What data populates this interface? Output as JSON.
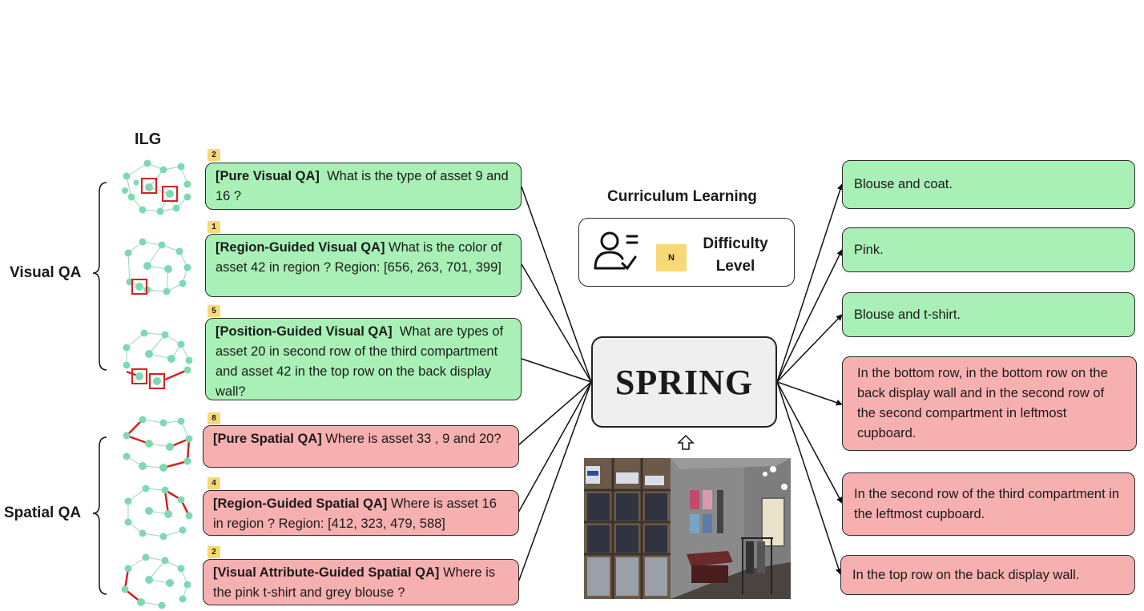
{
  "ilg_title": "ILG",
  "groups": {
    "visual": "Visual QA",
    "spatial": "Spatial QA"
  },
  "questions": [
    {
      "badge": "2",
      "tag": "[Pure Visual QA]",
      "text": "  What is the type of asset 9 and 16 ?"
    },
    {
      "badge": "1",
      "tag": "[Region-Guided Visual QA]",
      "text": " What is the color of asset 42 in region ? Region: [656, 263, 701, 399]"
    },
    {
      "badge": "5",
      "tag": "[Position-Guided Visual QA]",
      "text": "  What are types of asset 20 in second row of the third compartment and asset 42 in the top row on the back display wall?"
    },
    {
      "badge": "8",
      "tag": "[Pure Spatial QA]",
      "text": " Where is asset 33 , 9 and 20?"
    },
    {
      "badge": "4",
      "tag": "[Region-Guided Spatial QA]",
      "text": " Where is asset 16 in region ? Region: [412, 323, 479, 588]"
    },
    {
      "badge": "2",
      "tag": "[Visual Attribute-Guided Spatial QA]",
      "text": " Where is the pink t-shirt and grey blouse ?"
    }
  ],
  "curriculum": {
    "title": "Curriculum Learning",
    "badge": "N",
    "label_line1": "Difficulty",
    "label_line2": "Level"
  },
  "model": "SPRING",
  "answers": [
    "Blouse and coat.",
    "Pink.",
    "Blouse and t-shirt.",
    "In the bottom row, in the bottom row on the back display wall and in the second row of the second compartment in leftmost cupboard.",
    "In the second row of the third compartment in the leftmost cupboard.",
    "In the top row on the back display wall."
  ],
  "colors": {
    "visual_box": "#a9f0b6",
    "spatial_box": "#f7b0b0",
    "badge": "#f9d877",
    "graph_node": "#7fd9b0",
    "graph_highlight": "#d62020"
  }
}
